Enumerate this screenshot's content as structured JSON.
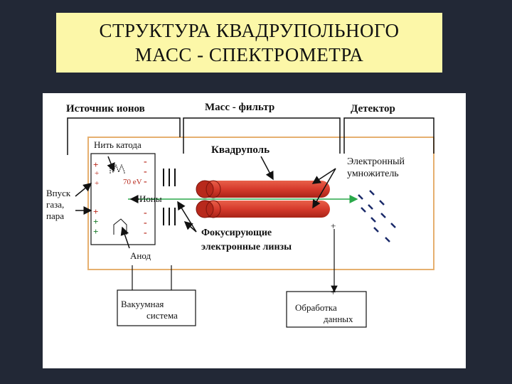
{
  "title": {
    "line1": "СТРУКТУРА КВАДРУПОЛЬНОГО",
    "line2": "МАСС - СПЕКТРОМЕТРА"
  },
  "diagram": {
    "sections": {
      "ion_source": "Источник ионов",
      "mass_filter": "Масс - фильтр",
      "detector": "Детектор"
    },
    "cathode_filament": "Нить катода",
    "voltage": "70 eV",
    "ions": "Ионы",
    "gas_inlet": [
      "Впуск",
      "газа,",
      "пара"
    ],
    "anode": "Анод",
    "quadrupole": "Квадруполь",
    "electron_multiplier": [
      "Электронный",
      "умножитель"
    ],
    "focusing_lenses": [
      "Фокусирующие",
      "электронные линзы"
    ],
    "vacuum_system": [
      "Вакуумная",
      "система"
    ],
    "data_processing": [
      "Обработка",
      "данных"
    ],
    "plus": "+",
    "minus": "-",
    "colors": {
      "rod": "#d63a2c",
      "frame": "#e6b070",
      "title_bg": "#fcf7a8",
      "ion_beam": "#2aa84a"
    }
  }
}
